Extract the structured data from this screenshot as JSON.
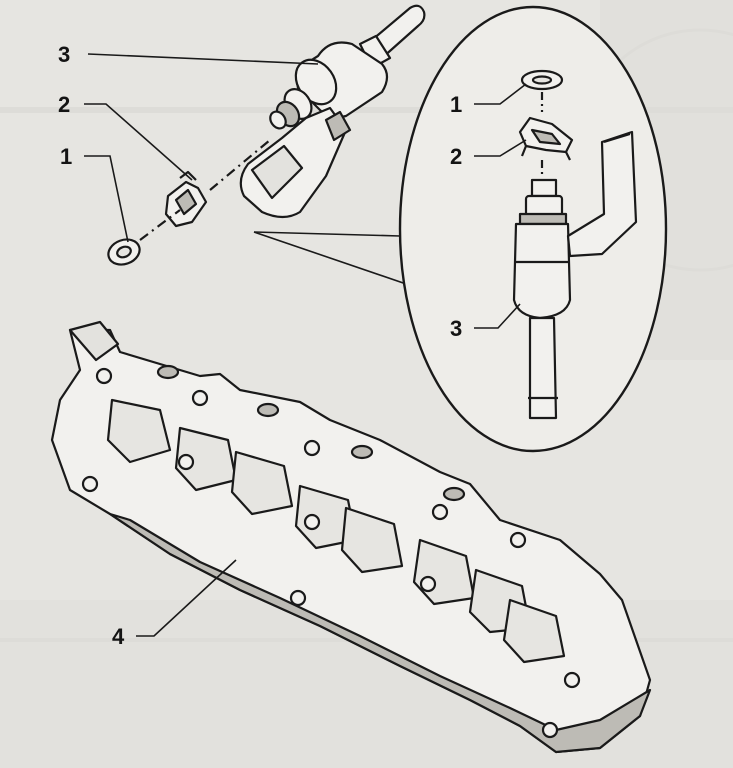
{
  "callouts": {
    "left_1": "1",
    "left_2": "2",
    "left_3": "3",
    "inset_1": "1",
    "inset_2": "2",
    "inset_3": "3",
    "manifold_4": "4"
  },
  "parts": {
    "seal_ring": "seal-ring-icon",
    "clip": "retaining-clip-icon",
    "injector": "fuel-injector-icon",
    "manifold": "intake-manifold-icon"
  },
  "colors": {
    "background": "#e6e5e1",
    "line": "#1a1a1a",
    "part_fill": "#f2f1ee",
    "shade": "#bdbbb5"
  }
}
